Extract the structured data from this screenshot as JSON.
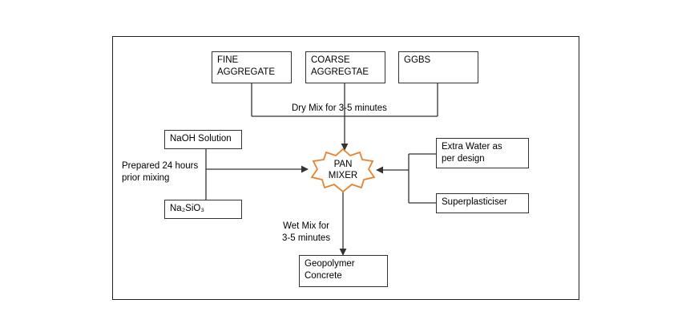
{
  "diagram": {
    "inputs_top": {
      "fine": "FINE\nAGGREGATE",
      "coarse": "COARSE\nAGGREGTAE",
      "ggbs": "GGBS"
    },
    "dry_mix_label": "Dry Mix for 3-5 minutes",
    "left_inputs": {
      "naoh": "NaOH Solution",
      "na2sio3": "Na₂SiO₃"
    },
    "prepared_label": "Prepared 24 hours\nprior mixing",
    "mixer": "PAN\nMIXER",
    "right_inputs": {
      "water": "Extra Water as\nper design",
      "sp": "Superplasticiser"
    },
    "wet_mix_label": "Wet Mix for\n3-5 minutes",
    "output": "Geopolymer\nConcrete",
    "colors": {
      "mixer_outline": "#e8822a",
      "lines": "#333333"
    }
  }
}
